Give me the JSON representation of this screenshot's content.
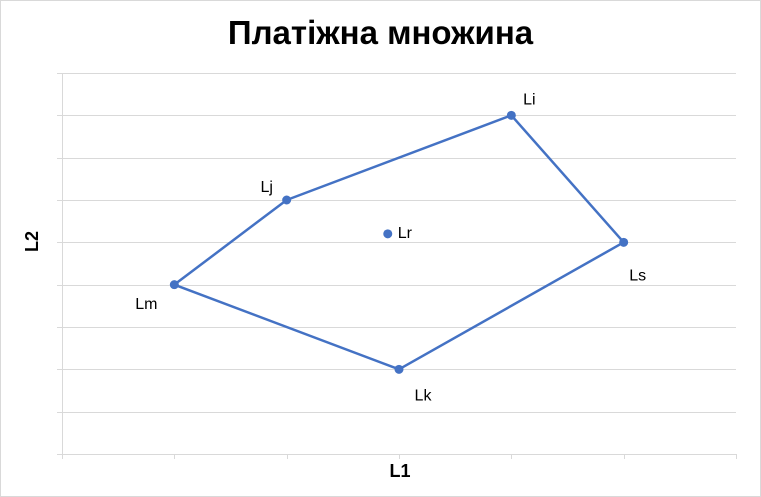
{
  "chart_data": {
    "type": "scatter",
    "title": "Платіжна множина",
    "xlabel": "L1",
    "ylabel": "L2",
    "xlim": [
      0,
      6
    ],
    "ylim": [
      0,
      9
    ],
    "x_ticks": [
      0,
      1,
      2,
      3,
      4,
      5,
      6
    ],
    "y_ticks": [
      0,
      1,
      2,
      3,
      4,
      5,
      6,
      7,
      8,
      9
    ],
    "tick_labels_shown": false,
    "grid": "horizontal",
    "legend": "none",
    "series_color": "#4472c4",
    "polygon": {
      "closed": true,
      "points": [
        {
          "label": "Li",
          "x": 4.0,
          "y": 8.0
        },
        {
          "label": "Ls",
          "x": 5.0,
          "y": 5.0
        },
        {
          "label": "Lk",
          "x": 3.0,
          "y": 2.0
        },
        {
          "label": "Lm",
          "x": 1.0,
          "y": 4.0
        },
        {
          "label": "Lj",
          "x": 2.0,
          "y": 6.0
        }
      ]
    },
    "points": [
      {
        "label": "Lr",
        "x": 2.9,
        "y": 5.2
      }
    ]
  }
}
